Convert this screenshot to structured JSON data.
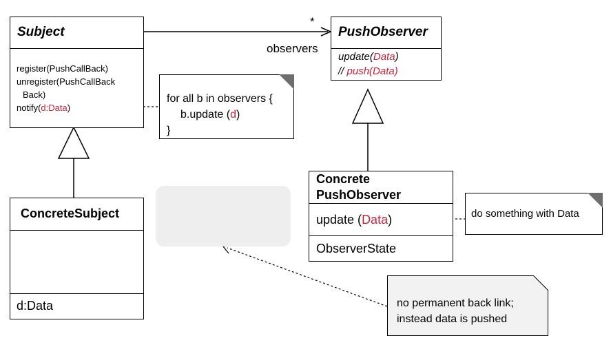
{
  "subject": {
    "name": "Subject",
    "ops": {
      "register": "register(PushCallBack)",
      "unregister_1": "unregister(PushCallBack",
      "unregister_2": "Back)",
      "notify_prefix": "notify(",
      "notify_param": "d:Data",
      "notify_suffix": ")"
    }
  },
  "association": {
    "multiplicity": "*",
    "role": "observers"
  },
  "push_observer": {
    "name": "PushObserver",
    "op1_prefix": "update(",
    "op1_param": "Data",
    "op1_suffix": ")",
    "op2_prefix": "// ",
    "op2_name": "push(",
    "op2_param": "Data",
    "op2_suffix": ")"
  },
  "notify_note": {
    "line1": "for all b in observers {",
    "line2_prefix": "b.update (",
    "line2_param": "d",
    "line2_suffix": ")",
    "line3": "}"
  },
  "concrete_subject": {
    "name": "ConcreteSubject",
    "attr": "d:Data"
  },
  "concrete_observer": {
    "name_1": "Concrete",
    "name_2": "PushObserver",
    "op_prefix": "update (",
    "op_param": "Data",
    "op_suffix": ")",
    "attr": "ObserverState"
  },
  "update_note": {
    "text": "do something with Data"
  },
  "push_note": {
    "line1": "no permanent back link;",
    "line2": "instead data is pushed"
  },
  "colors": {
    "highlight": "#c8223a",
    "placeholder": "#eeeeef",
    "note_fill": "#f2f2f2",
    "note_corner": "#6e6e6e"
  }
}
